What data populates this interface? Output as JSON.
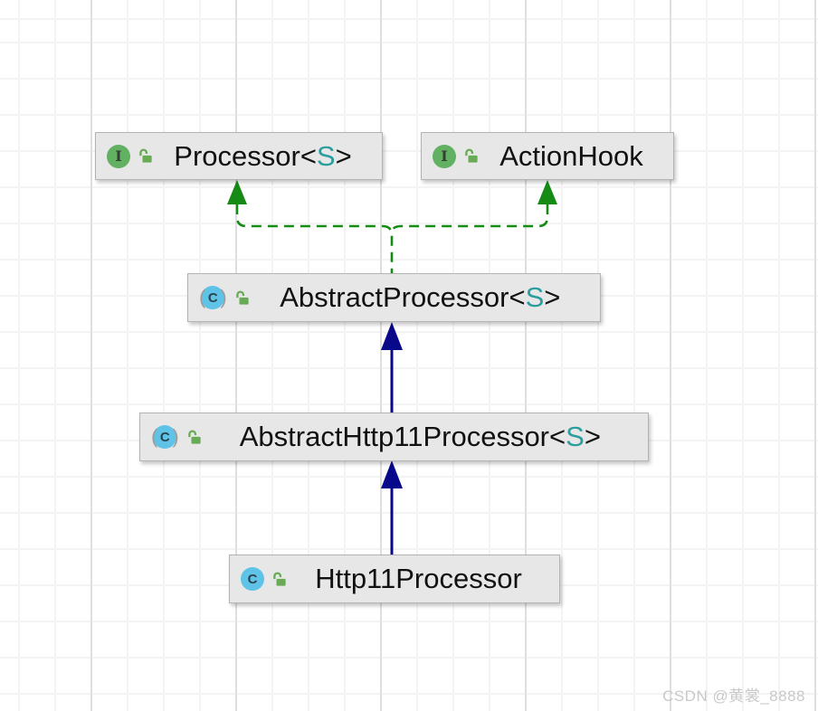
{
  "app": {
    "watermark": "CSDN @黄裳_8888"
  },
  "diagram": {
    "type": "uml-class-diagram",
    "colors": {
      "implements_edge_green": "#158a15",
      "extends_edge_navy": "#08088a",
      "generic_param_teal": "#2a9e9e",
      "node_fill": "#e7e7e7",
      "node_border": "#b3b3b3",
      "interface_icon_green": "#62b062",
      "class_icon_blue": "#5ec3e6",
      "lock_icon_green": "#69aa57"
    },
    "nodes": [
      {
        "label": "Processor",
        "generic_open": "<",
        "generic_param": "S",
        "generic_close": ">",
        "kind": "interface",
        "icon_letter": "I",
        "modifier": "public"
      },
      {
        "label": "ActionHook",
        "kind": "interface",
        "icon_letter": "I",
        "modifier": "public"
      },
      {
        "label": "AbstractProcessor",
        "generic_open": "<",
        "generic_param": "S",
        "generic_close": ">",
        "kind": "abstract-class",
        "icon_letter": "C",
        "paren_open": "(",
        "paren_close": ")",
        "modifier": "public"
      },
      {
        "label": "AbstractHttp11Processor",
        "generic_open": "<",
        "generic_param": "S",
        "generic_close": ">",
        "kind": "abstract-class",
        "icon_letter": "C",
        "paren_open": "(",
        "paren_close": ")",
        "modifier": "public"
      },
      {
        "label": "Http11Processor",
        "kind": "class",
        "icon_letter": "C",
        "modifier": "public"
      }
    ],
    "edges": [
      {
        "from": "AbstractProcessor",
        "to": "Processor",
        "type": "implements",
        "style": "dashed-green"
      },
      {
        "from": "AbstractProcessor",
        "to": "ActionHook",
        "type": "implements",
        "style": "dashed-green"
      },
      {
        "from": "AbstractHttp11Processor",
        "to": "AbstractProcessor",
        "type": "extends",
        "style": "solid-navy"
      },
      {
        "from": "Http11Processor",
        "to": "AbstractHttp11Processor",
        "type": "extends",
        "style": "solid-navy"
      }
    ]
  }
}
